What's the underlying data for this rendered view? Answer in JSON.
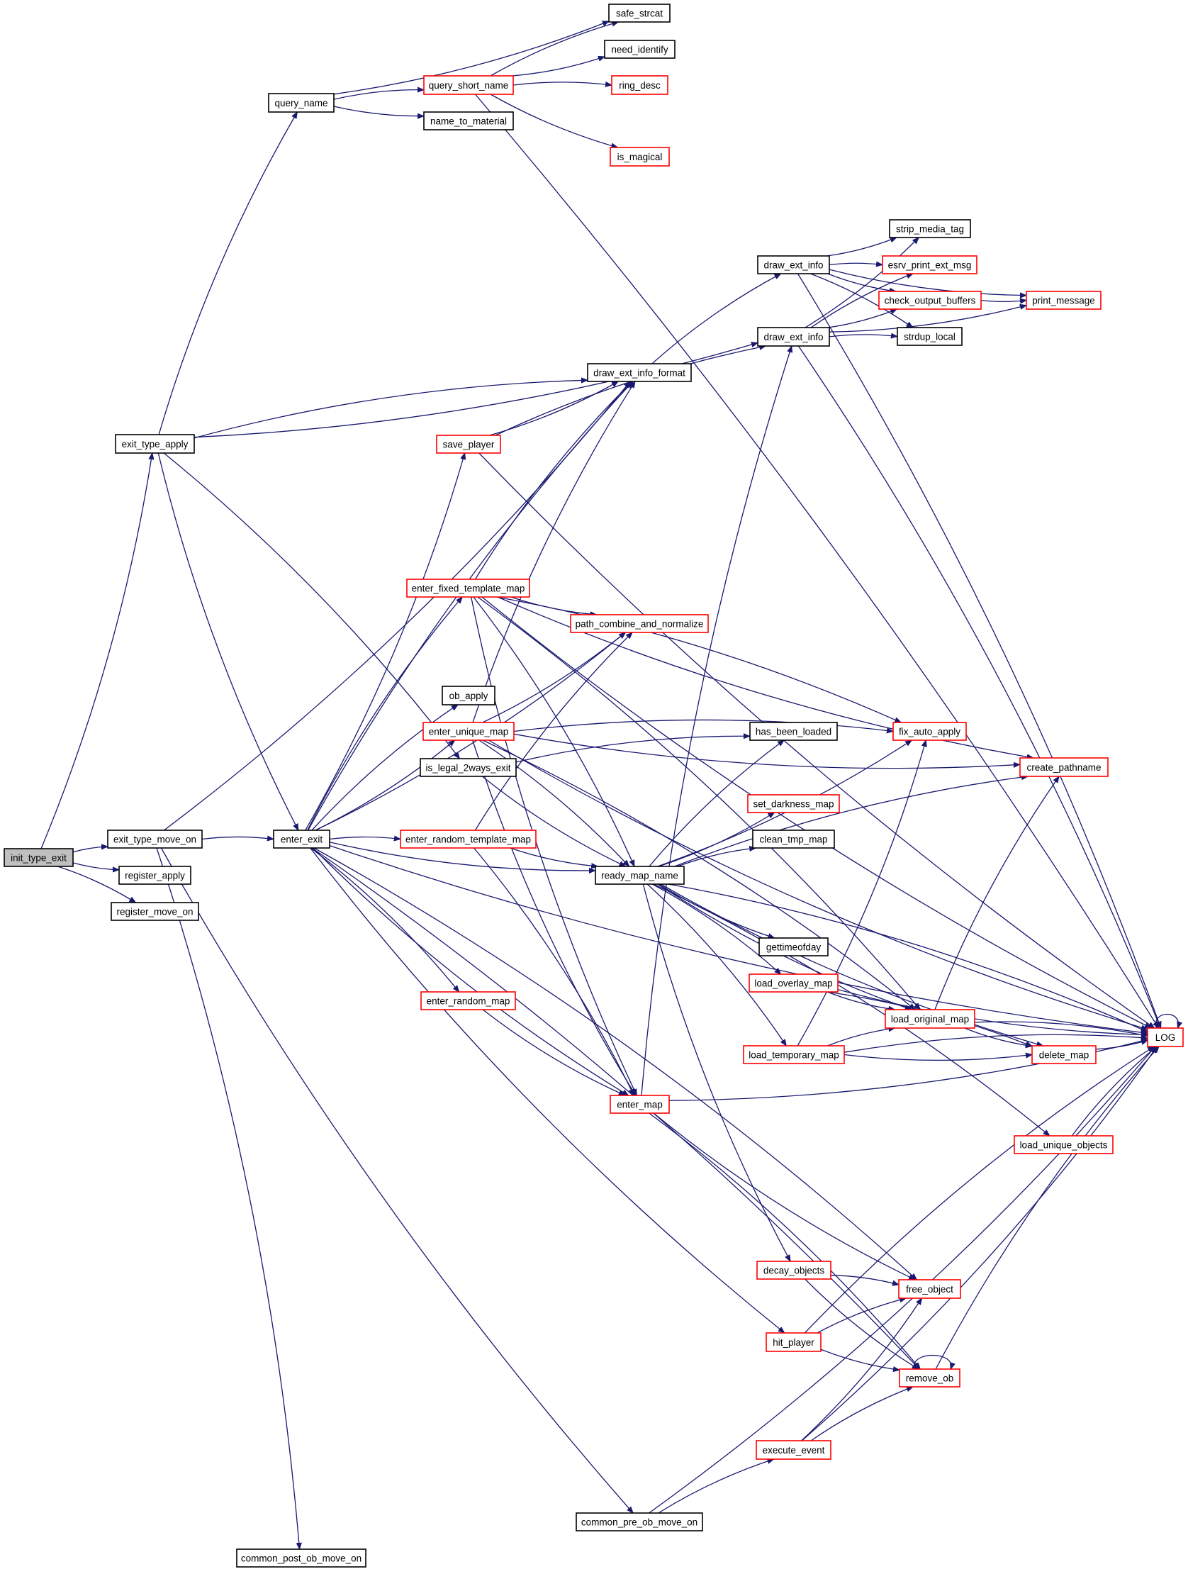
{
  "colors": {
    "edge": "#191970",
    "border_documented": "#000000",
    "border_truncated": "#ff0000",
    "root_fill": "#bfbfbf",
    "node_fill": "#ffffff"
  },
  "nodes": [
    {
      "id": "init_type_exit",
      "label": "init_type_exit",
      "style": "root"
    },
    {
      "id": "exit_type_move_on",
      "label": "exit_type_move_on",
      "style": "black"
    },
    {
      "id": "register_apply",
      "label": "register_apply",
      "style": "black"
    },
    {
      "id": "register_move_on",
      "label": "register_move_on",
      "style": "black"
    },
    {
      "id": "exit_type_apply",
      "label": "exit_type_apply",
      "style": "black"
    },
    {
      "id": "query_name",
      "label": "query_name",
      "style": "black"
    },
    {
      "id": "enter_exit",
      "label": "enter_exit",
      "style": "black"
    },
    {
      "id": "query_short_name",
      "label": "query_short_name",
      "style": "red"
    },
    {
      "id": "name_to_material",
      "label": "name_to_material",
      "style": "black"
    },
    {
      "id": "safe_strcat",
      "label": "safe_strcat",
      "style": "black"
    },
    {
      "id": "need_identify",
      "label": "need_identify",
      "style": "black"
    },
    {
      "id": "ring_desc",
      "label": "ring_desc",
      "style": "red"
    },
    {
      "id": "is_magical",
      "label": "is_magical",
      "style": "red"
    },
    {
      "id": "draw_ext_info_a",
      "label": "draw_ext_info",
      "style": "black"
    },
    {
      "id": "draw_ext_info_b",
      "label": "draw_ext_info",
      "style": "black"
    },
    {
      "id": "strip_media_tag",
      "label": "strip_media_tag",
      "style": "black"
    },
    {
      "id": "esrv_print_ext_msg",
      "label": "esrv_print_ext_msg",
      "style": "red"
    },
    {
      "id": "check_output_buffers",
      "label": "check_output_buffers",
      "style": "red"
    },
    {
      "id": "print_message",
      "label": "print_message",
      "style": "red"
    },
    {
      "id": "strdup_local",
      "label": "strdup_local",
      "style": "black"
    },
    {
      "id": "draw_ext_info_format",
      "label": "draw_ext_info_format",
      "style": "black"
    },
    {
      "id": "save_player",
      "label": "save_player",
      "style": "red"
    },
    {
      "id": "enter_fixed_template_map",
      "label": "enter_fixed_template_map",
      "style": "red"
    },
    {
      "id": "path_combine_and_normalize",
      "label": "path_combine_and_normalize",
      "style": "red"
    },
    {
      "id": "ob_apply",
      "label": "ob_apply",
      "style": "black"
    },
    {
      "id": "enter_unique_map",
      "label": "enter_unique_map",
      "style": "red"
    },
    {
      "id": "is_legal_2ways_exit",
      "label": "is_legal_2ways_exit",
      "style": "black"
    },
    {
      "id": "enter_random_template_map",
      "label": "enter_random_template_map",
      "style": "red"
    },
    {
      "id": "ready_map_name",
      "label": "ready_map_name",
      "style": "black"
    },
    {
      "id": "has_been_loaded",
      "label": "has_been_loaded",
      "style": "black"
    },
    {
      "id": "fix_auto_apply",
      "label": "fix_auto_apply",
      "style": "red"
    },
    {
      "id": "create_pathname",
      "label": "create_pathname",
      "style": "red"
    },
    {
      "id": "set_darkness_map",
      "label": "set_darkness_map",
      "style": "red"
    },
    {
      "id": "clean_tmp_map",
      "label": "clean_tmp_map",
      "style": "black"
    },
    {
      "id": "gettimeofday",
      "label": "gettimeofday",
      "style": "black"
    },
    {
      "id": "load_overlay_map",
      "label": "load_overlay_map",
      "style": "red"
    },
    {
      "id": "load_original_map",
      "label": "load_original_map",
      "style": "red"
    },
    {
      "id": "load_temporary_map",
      "label": "load_temporary_map",
      "style": "red"
    },
    {
      "id": "delete_map",
      "label": "delete_map",
      "style": "red"
    },
    {
      "id": "LOG",
      "label": "LOG",
      "style": "red"
    },
    {
      "id": "enter_map",
      "label": "enter_map",
      "style": "red"
    },
    {
      "id": "load_unique_objects",
      "label": "load_unique_objects",
      "style": "red"
    },
    {
      "id": "enter_random_map",
      "label": "enter_random_map",
      "style": "red"
    },
    {
      "id": "decay_objects",
      "label": "decay_objects",
      "style": "red"
    },
    {
      "id": "free_object",
      "label": "free_object",
      "style": "red"
    },
    {
      "id": "hit_player",
      "label": "hit_player",
      "style": "red"
    },
    {
      "id": "remove_ob",
      "label": "remove_ob",
      "style": "red"
    },
    {
      "id": "execute_event",
      "label": "execute_event",
      "style": "red"
    },
    {
      "id": "common_pre_ob_move_on",
      "label": "common_pre_ob_move_on",
      "style": "black"
    },
    {
      "id": "common_post_ob_move_on",
      "label": "common_post_ob_move_on",
      "style": "black"
    }
  ],
  "edges": [
    [
      "init_type_exit",
      "exit_type_move_on"
    ],
    [
      "init_type_exit",
      "register_apply"
    ],
    [
      "init_type_exit",
      "register_move_on"
    ],
    [
      "init_type_exit",
      "exit_type_apply"
    ],
    [
      "exit_type_move_on",
      "enter_exit"
    ],
    [
      "exit_type_move_on",
      "draw_ext_info_format"
    ],
    [
      "exit_type_move_on",
      "common_post_ob_move_on"
    ],
    [
      "exit_type_move_on",
      "common_pre_ob_move_on"
    ],
    [
      "exit_type_apply",
      "query_name"
    ],
    [
      "exit_type_apply",
      "draw_ext_info_b"
    ],
    [
      "exit_type_apply",
      "draw_ext_info_format"
    ],
    [
      "exit_type_apply",
      "enter_exit"
    ],
    [
      "exit_type_apply",
      "is_legal_2ways_exit"
    ],
    [
      "query_name",
      "safe_strcat"
    ],
    [
      "query_name",
      "query_short_name"
    ],
    [
      "query_name",
      "name_to_material"
    ],
    [
      "query_short_name",
      "safe_strcat"
    ],
    [
      "query_short_name",
      "need_identify"
    ],
    [
      "query_short_name",
      "ring_desc"
    ],
    [
      "query_short_name",
      "is_magical"
    ],
    [
      "query_short_name",
      "LOG"
    ],
    [
      "draw_ext_info_a",
      "strip_media_tag"
    ],
    [
      "draw_ext_info_a",
      "esrv_print_ext_msg"
    ],
    [
      "draw_ext_info_a",
      "check_output_buffers"
    ],
    [
      "draw_ext_info_a",
      "strdup_local"
    ],
    [
      "draw_ext_info_a",
      "print_message"
    ],
    [
      "draw_ext_info_a",
      "LOG"
    ],
    [
      "draw_ext_info_b",
      "strip_media_tag"
    ],
    [
      "draw_ext_info_b",
      "esrv_print_ext_msg"
    ],
    [
      "draw_ext_info_b",
      "check_output_buffers"
    ],
    [
      "draw_ext_info_b",
      "strdup_local"
    ],
    [
      "draw_ext_info_b",
      "print_message"
    ],
    [
      "draw_ext_info_b",
      "LOG"
    ],
    [
      "check_output_buffers",
      "print_message"
    ],
    [
      "draw_ext_info_format",
      "draw_ext_info_a"
    ],
    [
      "save_player",
      "draw_ext_info_format"
    ],
    [
      "save_player",
      "draw_ext_info_b"
    ],
    [
      "save_player",
      "LOG"
    ],
    [
      "enter_exit",
      "draw_ext_info_format"
    ],
    [
      "enter_exit",
      "save_player"
    ],
    [
      "enter_exit",
      "enter_fixed_template_map"
    ],
    [
      "enter_exit",
      "path_combine_and_normalize"
    ],
    [
      "enter_exit",
      "ob_apply"
    ],
    [
      "enter_exit",
      "enter_unique_map"
    ],
    [
      "enter_exit",
      "enter_random_template_map"
    ],
    [
      "enter_exit",
      "ready_map_name"
    ],
    [
      "enter_exit",
      "enter_random_map"
    ],
    [
      "enter_exit",
      "enter_map"
    ],
    [
      "enter_exit",
      "free_object"
    ],
    [
      "enter_exit",
      "hit_player"
    ],
    [
      "enter_exit",
      "remove_ob"
    ],
    [
      "enter_exit",
      "LOG"
    ],
    [
      "enter_fixed_template_map",
      "draw_ext_info_format"
    ],
    [
      "enter_fixed_template_map",
      "path_combine_and_normalize"
    ],
    [
      "enter_fixed_template_map",
      "fix_auto_apply"
    ],
    [
      "enter_fixed_template_map",
      "create_pathname"
    ],
    [
      "enter_fixed_template_map",
      "ready_map_name"
    ],
    [
      "enter_fixed_template_map",
      "enter_map"
    ],
    [
      "enter_fixed_template_map",
      "load_original_map"
    ],
    [
      "enter_fixed_template_map",
      "LOG"
    ],
    [
      "enter_unique_map",
      "draw_ext_info_format"
    ],
    [
      "enter_unique_map",
      "path_combine_and_normalize"
    ],
    [
      "enter_unique_map",
      "fix_auto_apply"
    ],
    [
      "enter_unique_map",
      "create_pathname"
    ],
    [
      "enter_unique_map",
      "ready_map_name"
    ],
    [
      "enter_unique_map",
      "enter_map"
    ],
    [
      "enter_unique_map",
      "load_original_map"
    ],
    [
      "enter_unique_map",
      "LOG"
    ],
    [
      "is_legal_2ways_exit",
      "has_been_loaded"
    ],
    [
      "is_legal_2ways_exit",
      "ready_map_name"
    ],
    [
      "enter_random_template_map",
      "path_combine_and_normalize"
    ],
    [
      "enter_random_template_map",
      "ready_map_name"
    ],
    [
      "enter_random_template_map",
      "enter_map"
    ],
    [
      "enter_random_map",
      "enter_map"
    ],
    [
      "ready_map_name",
      "has_been_loaded"
    ],
    [
      "ready_map_name",
      "fix_auto_apply"
    ],
    [
      "ready_map_name",
      "create_pathname"
    ],
    [
      "ready_map_name",
      "set_darkness_map"
    ],
    [
      "ready_map_name",
      "clean_tmp_map"
    ],
    [
      "ready_map_name",
      "gettimeofday"
    ],
    [
      "ready_map_name",
      "load_overlay_map"
    ],
    [
      "ready_map_name",
      "load_original_map"
    ],
    [
      "ready_map_name",
      "load_temporary_map"
    ],
    [
      "ready_map_name",
      "delete_map"
    ],
    [
      "ready_map_name",
      "load_unique_objects"
    ],
    [
      "ready_map_name",
      "decay_objects"
    ],
    [
      "ready_map_name",
      "LOG"
    ],
    [
      "load_overlay_map",
      "load_original_map"
    ],
    [
      "load_overlay_map",
      "delete_map"
    ],
    [
      "load_overlay_map",
      "LOG"
    ],
    [
      "load_original_map",
      "create_pathname"
    ],
    [
      "load_original_map",
      "delete_map"
    ],
    [
      "load_original_map",
      "LOG"
    ],
    [
      "load_temporary_map",
      "fix_auto_apply"
    ],
    [
      "load_temporary_map",
      "load_original_map"
    ],
    [
      "load_temporary_map",
      "delete_map"
    ],
    [
      "load_temporary_map",
      "LOG"
    ],
    [
      "delete_map",
      "LOG"
    ],
    [
      "load_unique_objects",
      "LOG"
    ],
    [
      "LOG",
      "LOG"
    ],
    [
      "enter_map",
      "draw_ext_info_b"
    ],
    [
      "enter_map",
      "free_object"
    ],
    [
      "enter_map",
      "remove_ob"
    ],
    [
      "enter_map",
      "LOG"
    ],
    [
      "decay_objects",
      "free_object"
    ],
    [
      "decay_objects",
      "remove_ob"
    ],
    [
      "hit_player",
      "free_object"
    ],
    [
      "hit_player",
      "remove_ob"
    ],
    [
      "hit_player",
      "LOG"
    ],
    [
      "remove_ob",
      "remove_ob"
    ],
    [
      "remove_ob",
      "LOG"
    ],
    [
      "execute_event",
      "free_object"
    ],
    [
      "execute_event",
      "remove_ob"
    ],
    [
      "execute_event",
      "LOG"
    ],
    [
      "common_pre_ob_move_on",
      "execute_event"
    ],
    [
      "common_pre_ob_move_on",
      "LOG"
    ]
  ]
}
